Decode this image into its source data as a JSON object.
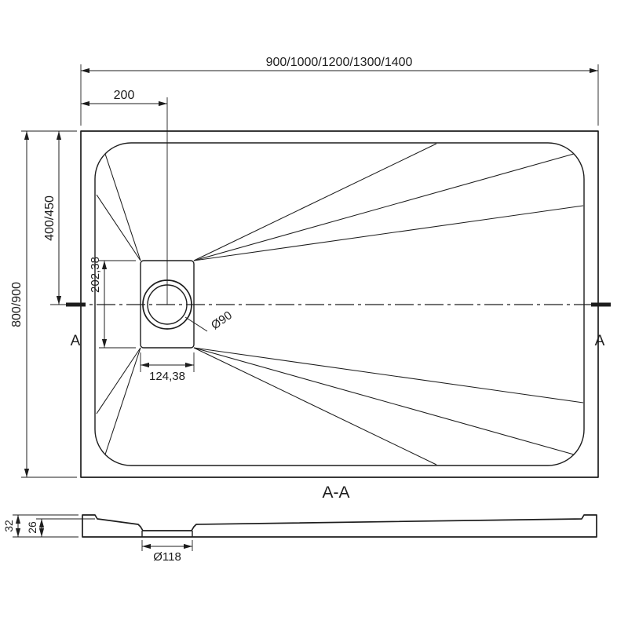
{
  "drawing": {
    "top_view": {
      "width_label": "900/1000/1200/1300/1400",
      "drain_offset_x_label": "200",
      "height_label": "800/900",
      "drain_offset_y_label": "400/450",
      "drain_recess_height_label": "202,38",
      "drain_recess_width_label": "124,38",
      "drain_diameter_label": "Ø90",
      "section_letter_left": "A",
      "section_letter_right": "A"
    },
    "section_view": {
      "title": "A-A",
      "total_height_label": "32",
      "inner_depth_label": "26",
      "outlet_diameter_label": "Ø118"
    }
  },
  "colors": {
    "line": "#1d1d1d",
    "background": "#ffffff"
  }
}
